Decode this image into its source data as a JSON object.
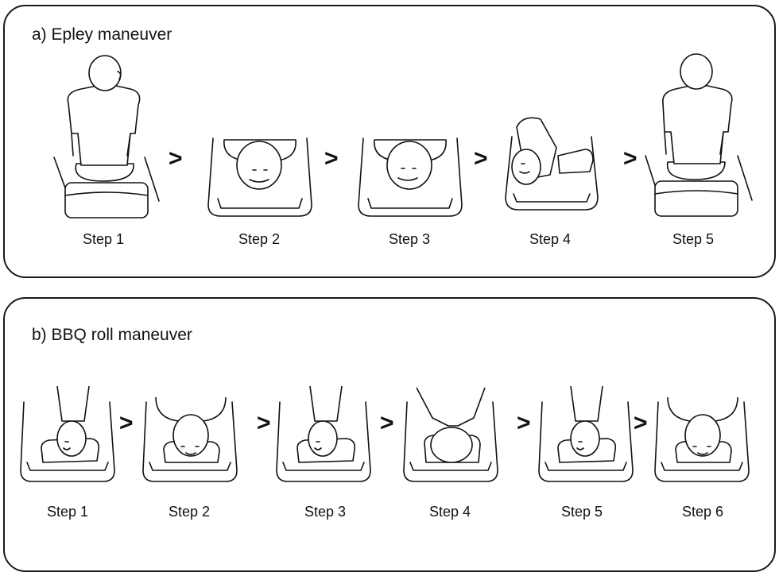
{
  "panel_a": {
    "title": "a) Epley maneuver",
    "arrow_glyph": ">",
    "steps": [
      {
        "label": "Step 1",
        "pose": "seated"
      },
      {
        "label": "Step 2",
        "pose": "supine-head-right"
      },
      {
        "label": "Step 3",
        "pose": "supine-head-left"
      },
      {
        "label": "Step 4",
        "pose": "side-lying"
      },
      {
        "label": "Step 5",
        "pose": "seated"
      }
    ]
  },
  "panel_b": {
    "title": "b) BBQ roll maneuver",
    "arrow_glyph": ">",
    "steps": [
      {
        "label": "Step 1",
        "pose": "head-turned-right"
      },
      {
        "label": "Step 2",
        "pose": "face-up"
      },
      {
        "label": "Step 3",
        "pose": "head-turned-right"
      },
      {
        "label": "Step 4",
        "pose": "face-down"
      },
      {
        "label": "Step 5",
        "pose": "head-turned-right"
      },
      {
        "label": "Step 6",
        "pose": "face-up"
      }
    ]
  }
}
